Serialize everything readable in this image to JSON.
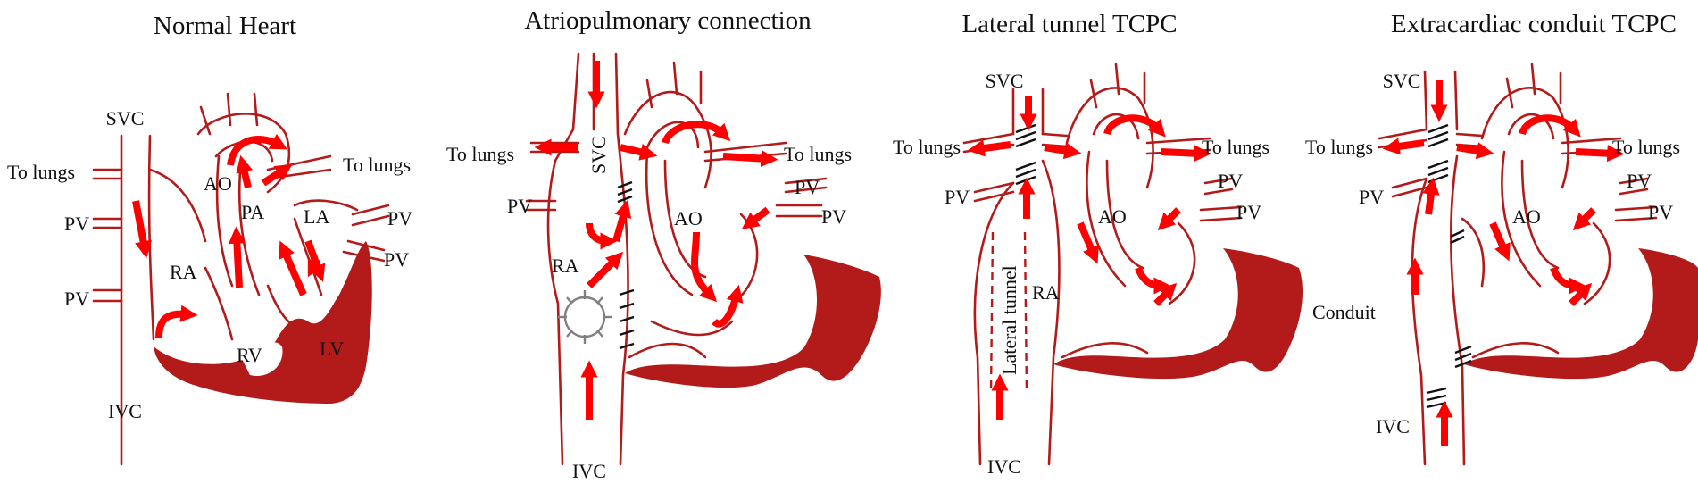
{
  "colors": {
    "vessel": "#b31b1b",
    "arrow": "#ff0000",
    "muscle": "#b31b1b",
    "suture": "#111111",
    "valve": "#808080",
    "text": "#111111",
    "background": "#ffffff"
  },
  "panels": [
    {
      "title": "Normal Heart",
      "labels": {
        "svc": "SVC",
        "to_lungs_left": "To lungs",
        "to_lungs_right": "To lungs",
        "pv_left_1": "PV",
        "pv_left_2": "PV",
        "pv_right_1": "PV",
        "pv_right_2": "PV",
        "ao": "AO",
        "pa": "PA",
        "la": "LA",
        "ra": "RA",
        "rv": "RV",
        "lv": "LV",
        "ivc": "IVC"
      }
    },
    {
      "title": "Atriopulmonary connection",
      "labels": {
        "to_lungs_left": "To lungs",
        "to_lungs_right": "To lungs",
        "svc": "SVC",
        "pv_left": "PV",
        "pv_right_1": "PV",
        "pv_right_2": "PV",
        "ao": "AO",
        "ra": "RA",
        "ivc": "IVC"
      }
    },
    {
      "title": "Lateral tunnel TCPC",
      "labels": {
        "svc": "SVC",
        "to_lungs_left": "To lungs",
        "to_lungs_right": "To lungs",
        "pv_left": "PV",
        "pv_right_1": "PV",
        "pv_right_2": "PV",
        "ao": "AO",
        "lateral_tunnel": "Lateral tunnel",
        "ra": "RA",
        "ivc": "IVC"
      }
    },
    {
      "title": "Extracardiac conduit TCPC",
      "labels": {
        "svc": "SVC",
        "to_lungs_left": "To lungs",
        "to_lungs_right": "To lungs",
        "pv_left": "PV",
        "pv_right_1": "PV",
        "pv_right_2": "PV",
        "ao": "AO",
        "conduit": "Conduit",
        "ivc": "IVC"
      }
    }
  ]
}
